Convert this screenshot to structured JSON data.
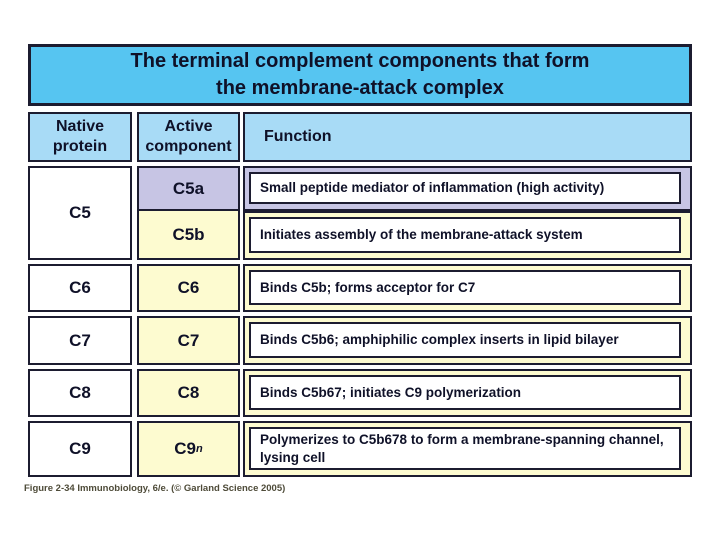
{
  "title": {
    "line1": "The terminal complement components that form",
    "line2": "the membrane-attack complex"
  },
  "headers": [
    "Native protein",
    "Active component",
    "Function"
  ],
  "rows": [
    {
      "native": "C5",
      "sub": [
        {
          "component": "C5a",
          "function": "Small peptide mediator of inflammation (high activity)"
        },
        {
          "component": "C5b",
          "function": "Initiates assembly of the membrane-attack system"
        }
      ]
    },
    {
      "native": "C6",
      "sub": [
        {
          "component": "C6",
          "function": "Binds C5b; forms acceptor for C7"
        }
      ]
    },
    {
      "native": "C7",
      "sub": [
        {
          "component": "C7",
          "function": "Binds C5b6;  amphiphilic complex inserts in lipid bilayer"
        }
      ]
    },
    {
      "native": "C8",
      "sub": [
        {
          "component": "C8",
          "function": "Binds C5b67;  initiates C9 polymerization"
        }
      ]
    },
    {
      "native": "C9",
      "sub": [
        {
          "component": "C9",
          "component_sub": "n",
          "function": "Polymerizes to C5b678 to form a membrane-spanning channel, lysing cell"
        }
      ]
    }
  ],
  "caption": "Figure 2-34 Immunobiology, 6/e. (© Garland Science 2005)",
  "colors": {
    "title_bg": "#56c5f1",
    "header_bg": "#a8dbf6",
    "c5a_highlight_bg": "#c7c5e4",
    "component_bg": "#fdfbd0",
    "border": "#1c1c30"
  }
}
